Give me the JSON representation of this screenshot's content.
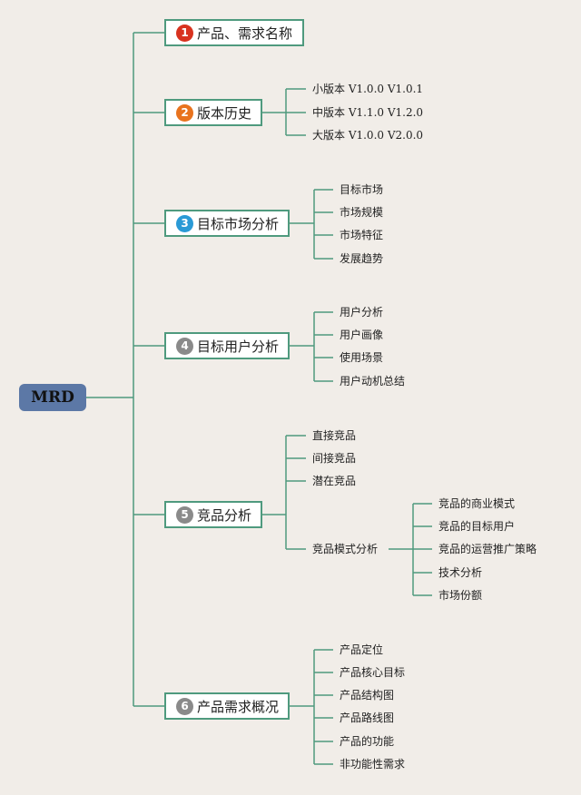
{
  "root": {
    "label": "MRD"
  },
  "branches": [
    {
      "num": "1",
      "label": "产品、需求名称",
      "color": "#d8321f",
      "children": []
    },
    {
      "num": "2",
      "label": "版本历史",
      "color": "#e8731e",
      "children": [
        {
          "label": "小版本 V1.0.0 V1.0.1"
        },
        {
          "label": "中版本 V1.1.0 V1.2.0"
        },
        {
          "label": "大版本 V1.0.0 V2.0.0"
        }
      ]
    },
    {
      "num": "3",
      "label": "目标市场分析",
      "color": "#2a9ad6",
      "children": [
        {
          "label": "目标市场"
        },
        {
          "label": "市场规模"
        },
        {
          "label": "市场特征"
        },
        {
          "label": "发展趋势"
        }
      ]
    },
    {
      "num": "4",
      "label": "目标用户分析",
      "color": "#8a8a8a",
      "children": [
        {
          "label": "用户分析"
        },
        {
          "label": "用户画像"
        },
        {
          "label": "使用场景"
        },
        {
          "label": "用户动机总结"
        }
      ]
    },
    {
      "num": "5",
      "label": "竞品分析",
      "color": "#8a8a8a",
      "children": [
        {
          "label": "直接竞品"
        },
        {
          "label": "间接竞品"
        },
        {
          "label": "潜在竞品"
        },
        {
          "label": "竞品模式分析",
          "children": [
            {
              "label": "竞品的商业模式"
            },
            {
              "label": "竞品的目标用户"
            },
            {
              "label": "竞品的运营推广策略"
            },
            {
              "label": "技术分析"
            },
            {
              "label": "市场份额"
            }
          ]
        }
      ]
    },
    {
      "num": "6",
      "label": "产品需求概况",
      "color": "#8a8a8a",
      "children": [
        {
          "label": "产品定位"
        },
        {
          "label": "产品核心目标"
        },
        {
          "label": "产品结构图"
        },
        {
          "label": "产品路线图"
        },
        {
          "label": "产品的功能"
        },
        {
          "label": "非功能性需求"
        }
      ]
    }
  ]
}
